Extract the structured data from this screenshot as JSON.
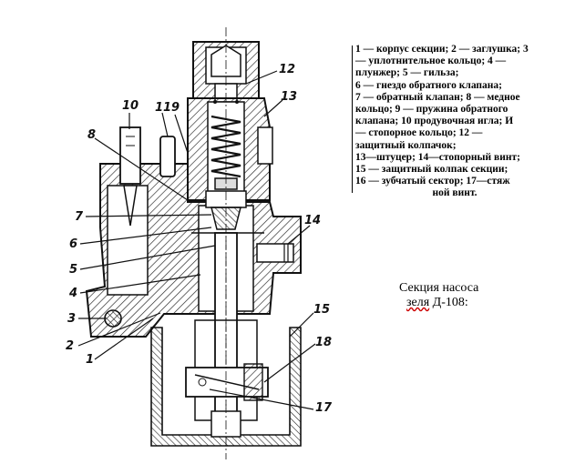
{
  "legend": {
    "lines": [
      "1 — корпус секции; 2 — заглушка; 3",
      "— уплотнительное кольцо; 4 —",
      "плунжер; 5 — гильза;",
      "6 — гнездо обратного клапана;",
      "7 — обратный клапан; 8 — медное",
      "кольцо; 9 — пружина обратного",
      "клапана; 10 продувочная игла; И",
      "— стопорное кольцо; 12 —",
      "защитный колпачок;",
      "13—штуцер; 14—стопорный винт;",
      "15 — защитный колпак секции;",
      "16 — зубчатый сектор; 17—стяж",
      "ной винт."
    ]
  },
  "caption": {
    "line1": "Секция насоса",
    "line2_prefix": "зеля",
    "line2_model": " Д-108:"
  },
  "callouts": [
    "10",
    "11",
    "9",
    "12",
    "13",
    "8",
    "7",
    "6",
    "5",
    "4",
    "3",
    "2",
    "1",
    "14",
    "15",
    "18",
    "17"
  ]
}
